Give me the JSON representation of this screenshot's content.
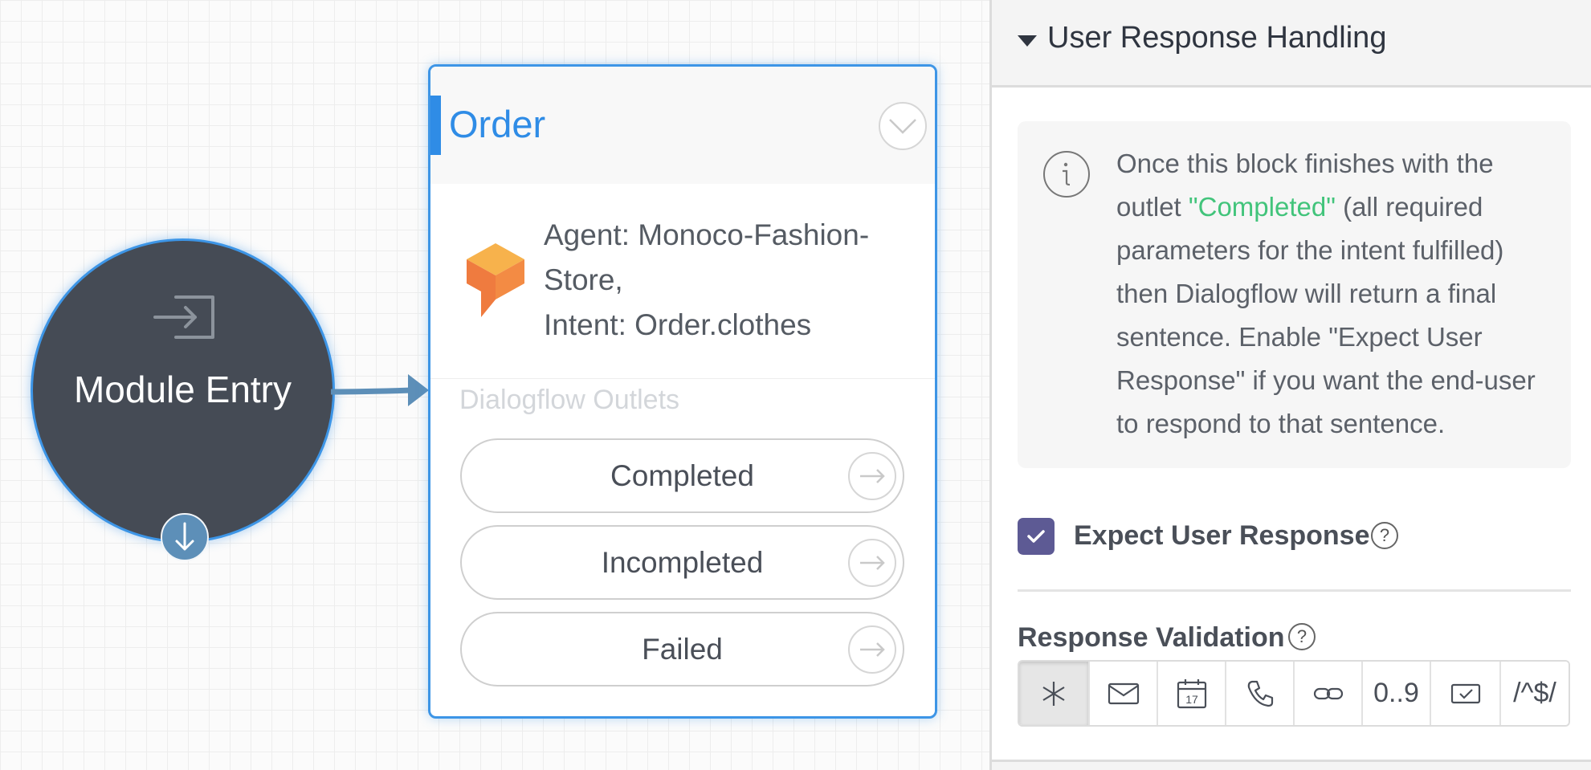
{
  "canvas": {
    "entry_node": {
      "label": "Module Entry",
      "icon": "enter-icon",
      "port_icon": "arrow-down-icon"
    },
    "order_block": {
      "title": "Order",
      "agent_line": "Agent: Monoco-Fashion-Store,",
      "intent_line": "Intent: Order.clothes",
      "outlets_heading": "Dialogflow Outlets",
      "outlets": [
        {
          "label": "Completed"
        },
        {
          "label": "Incompleted"
        },
        {
          "label": "Failed"
        }
      ]
    },
    "colors": {
      "accent": "#2f8ce6",
      "node": "#454b55",
      "connector": "#5d8fb8"
    }
  },
  "panel": {
    "section_title": "User Response Handling",
    "info": {
      "text_before": "Once this block finishes with the outlet ",
      "highlight": "\"Completed\"",
      "text_after": " (all required parameters for the intent fulfilled) then Dialogflow will return a final sentence. Enable \"Expect User Response\" if you want the end-user to respond to that sentence."
    },
    "expect_response": {
      "label": "Expect User Response",
      "checked": true
    },
    "response_validation": {
      "label": "Response Validation",
      "options": [
        {
          "name": "any",
          "icon": "asterisk-icon",
          "text": "",
          "active": true
        },
        {
          "name": "email",
          "icon": "envelope-icon",
          "text": ""
        },
        {
          "name": "date",
          "icon": "calendar-icon",
          "text": "17"
        },
        {
          "name": "phone",
          "icon": "phone-icon",
          "text": ""
        },
        {
          "name": "url",
          "icon": "link-icon",
          "text": ""
        },
        {
          "name": "number",
          "icon": "",
          "text": "0..9"
        },
        {
          "name": "yes-no",
          "icon": "checkbox-icon",
          "text": ""
        },
        {
          "name": "regex",
          "icon": "",
          "text": "/^$/"
        }
      ]
    },
    "colors": {
      "highlight": "#42c47b",
      "checkbox": "#5d5a94"
    }
  }
}
